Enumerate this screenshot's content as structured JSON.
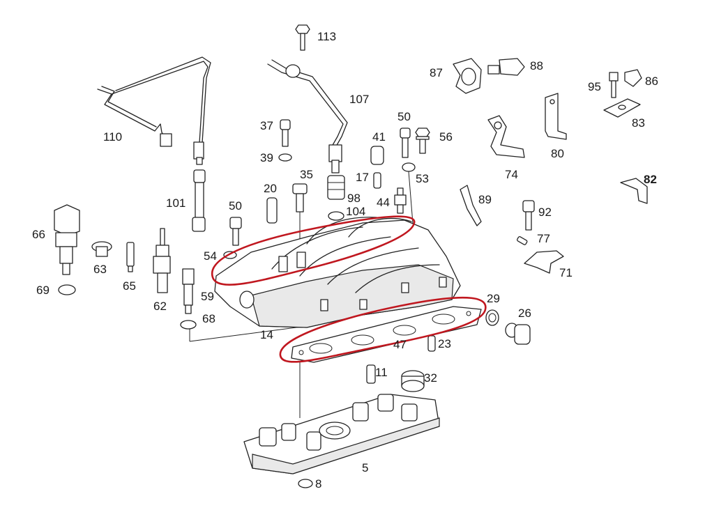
{
  "diagram": {
    "parts": {
      "p113": "113",
      "p107": "107",
      "p110": "110",
      "p101": "101",
      "p87": "87",
      "p88": "88",
      "p95": "95",
      "p86": "86",
      "p83": "83",
      "p80": "80",
      "p74": "74",
      "p82": "82",
      "p37": "37",
      "p39": "39",
      "p50a": "50",
      "p56": "56",
      "p41": "41",
      "p17": "17",
      "p53": "53",
      "p35": "35",
      "p20": "20",
      "p98": "98",
      "p104": "104",
      "p44": "44",
      "p89": "89",
      "p92": "92",
      "p77": "77",
      "p71": "71",
      "p50b": "50",
      "p66": "66",
      "p63": "63",
      "p65": "65",
      "p62": "62",
      "p54": "54",
      "p69": "69",
      "p59": "59",
      "p68": "68",
      "p14": "14",
      "p29": "29",
      "p26": "26",
      "p47": "47",
      "p23": "23",
      "p11": "11",
      "p32": "32",
      "p5": "5",
      "p8": "8"
    },
    "highlight_color": "#c0171f"
  }
}
